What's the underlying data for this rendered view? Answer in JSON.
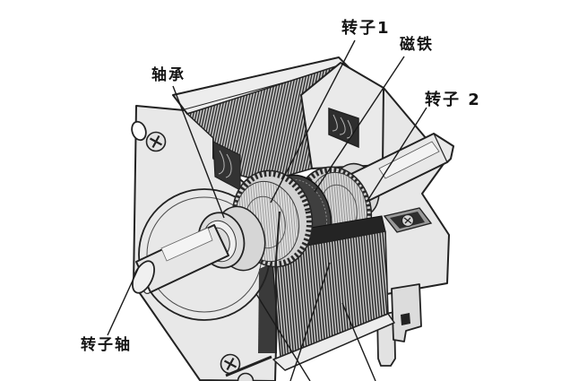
{
  "diagram": {
    "labels": {
      "bearing": "轴承",
      "rotor1": "转子1",
      "magnet": "磁铁",
      "rotor2": "转子 2",
      "rotor_shaft": "转子轴"
    },
    "colors": {
      "background": "#ffffff",
      "line": "#1a1a1a",
      "metal_light": "#e8e8e8",
      "metal_mid": "#d6d6d6",
      "coil_dark": "#2e2e2e"
    }
  }
}
